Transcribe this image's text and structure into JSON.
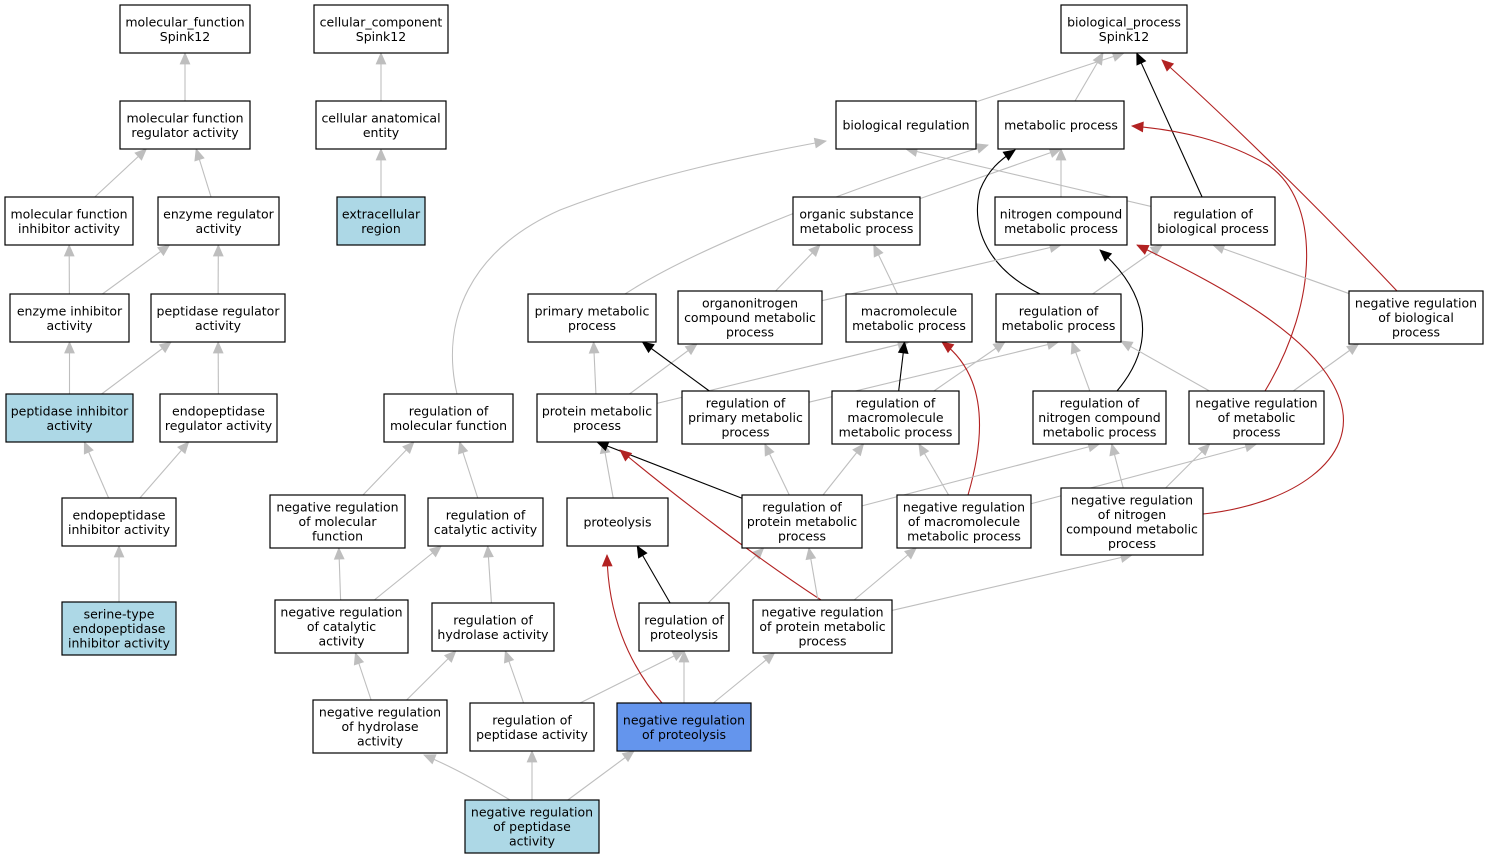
{
  "colors": {
    "default_fill": "#ffffff",
    "light_fill": "#add8e6",
    "focus_fill": "#6495ed",
    "edge_gray": "#bebebe",
    "edge_black": "#000000",
    "edge_red": "#b22222"
  },
  "nodes": [
    {
      "id": "mf",
      "lines": [
        "molecular_function",
        "Spink12"
      ],
      "fill": "default"
    },
    {
      "id": "cc",
      "lines": [
        "cellular_component",
        "Spink12"
      ],
      "fill": "default"
    },
    {
      "id": "bp",
      "lines": [
        "biological_process",
        "Spink12"
      ],
      "fill": "default"
    },
    {
      "id": "mfra",
      "lines": [
        "molecular function",
        "regulator activity"
      ],
      "fill": "default"
    },
    {
      "id": "cae",
      "lines": [
        "cellular anatomical",
        "entity"
      ],
      "fill": "default"
    },
    {
      "id": "breg",
      "lines": [
        "biological regulation"
      ],
      "fill": "default"
    },
    {
      "id": "mp",
      "lines": [
        "metabolic process"
      ],
      "fill": "default"
    },
    {
      "id": "mfia",
      "lines": [
        "molecular function",
        "inhibitor activity"
      ],
      "fill": "default"
    },
    {
      "id": "era",
      "lines": [
        "enzyme regulator",
        "activity"
      ],
      "fill": "default"
    },
    {
      "id": "er",
      "lines": [
        "extracellular",
        "region"
      ],
      "fill": "light"
    },
    {
      "id": "osmp",
      "lines": [
        "organic substance",
        "metabolic process"
      ],
      "fill": "default"
    },
    {
      "id": "ncmp",
      "lines": [
        "nitrogen compound",
        "metabolic process"
      ],
      "fill": "default"
    },
    {
      "id": "rbp",
      "lines": [
        "regulation of",
        "biological process"
      ],
      "fill": "default"
    },
    {
      "id": "eia",
      "lines": [
        "enzyme inhibitor",
        "activity"
      ],
      "fill": "default"
    },
    {
      "id": "pra",
      "lines": [
        "peptidase regulator",
        "activity"
      ],
      "fill": "default"
    },
    {
      "id": "pmp",
      "lines": [
        "primary metabolic",
        "process"
      ],
      "fill": "default"
    },
    {
      "id": "oncmp",
      "lines": [
        "organonitrogen",
        "compound metabolic",
        "process"
      ],
      "fill": "default"
    },
    {
      "id": "mmp",
      "lines": [
        "macromolecule",
        "metabolic process"
      ],
      "fill": "default"
    },
    {
      "id": "rmp",
      "lines": [
        "regulation of",
        "metabolic process"
      ],
      "fill": "default"
    },
    {
      "id": "nrbp",
      "lines": [
        "negative regulation",
        "of biological",
        "process"
      ],
      "fill": "default"
    },
    {
      "id": "pia",
      "lines": [
        "peptidase inhibitor",
        "activity"
      ],
      "fill": "light"
    },
    {
      "id": "epra",
      "lines": [
        "endopeptidase",
        "regulator activity"
      ],
      "fill": "default"
    },
    {
      "id": "rmf",
      "lines": [
        "regulation of",
        "molecular function"
      ],
      "fill": "default"
    },
    {
      "id": "prmp",
      "lines": [
        "protein metabolic",
        "process"
      ],
      "fill": "default"
    },
    {
      "id": "rpmp",
      "lines": [
        "regulation of",
        "primary metabolic",
        "process"
      ],
      "fill": "default"
    },
    {
      "id": "rmmp",
      "lines": [
        "regulation of",
        "macromolecule",
        "metabolic process"
      ],
      "fill": "default"
    },
    {
      "id": "rncmp",
      "lines": [
        "regulation of",
        "nitrogen compound",
        "metabolic process"
      ],
      "fill": "default"
    },
    {
      "id": "nrmp",
      "lines": [
        "negative regulation",
        "of metabolic",
        "process"
      ],
      "fill": "default"
    },
    {
      "id": "epia",
      "lines": [
        "endopeptidase",
        "inhibitor activity"
      ],
      "fill": "default"
    },
    {
      "id": "nrmf",
      "lines": [
        "negative regulation",
        "of molecular",
        "function"
      ],
      "fill": "default"
    },
    {
      "id": "rca",
      "lines": [
        "regulation of",
        "catalytic activity"
      ],
      "fill": "default"
    },
    {
      "id": "prot",
      "lines": [
        "proteolysis"
      ],
      "fill": "default"
    },
    {
      "id": "rprmp",
      "lines": [
        "regulation of",
        "protein metabolic",
        "process"
      ],
      "fill": "default"
    },
    {
      "id": "nrmmp",
      "lines": [
        "negative regulation",
        "of macromolecule",
        "metabolic process"
      ],
      "fill": "default"
    },
    {
      "id": "nrncmp",
      "lines": [
        "negative regulation",
        "of nitrogen",
        "compound metabolic",
        "process"
      ],
      "fill": "default"
    },
    {
      "id": "steia",
      "lines": [
        "serine-type",
        "endopeptidase",
        "inhibitor activity"
      ],
      "fill": "light"
    },
    {
      "id": "nrca",
      "lines": [
        "negative regulation",
        "of catalytic",
        "activity"
      ],
      "fill": "default"
    },
    {
      "id": "rha",
      "lines": [
        "regulation of",
        "hydrolase activity"
      ],
      "fill": "default"
    },
    {
      "id": "rprot",
      "lines": [
        "regulation of",
        "proteolysis"
      ],
      "fill": "default"
    },
    {
      "id": "nrprmp",
      "lines": [
        "negative regulation",
        "of protein metabolic",
        "process"
      ],
      "fill": "default"
    },
    {
      "id": "nrha",
      "lines": [
        "negative regulation",
        "of hydrolase",
        "activity"
      ],
      "fill": "default"
    },
    {
      "id": "rpa",
      "lines": [
        "regulation of",
        "peptidase activity"
      ],
      "fill": "default"
    },
    {
      "id": "nrprot",
      "lines": [
        "negative regulation",
        "of proteolysis"
      ],
      "fill": "focus"
    },
    {
      "id": "nrpa",
      "lines": [
        "negative regulation",
        "of peptidase",
        "activity"
      ],
      "fill": "light"
    }
  ],
  "edges": [
    {
      "from": "mfra",
      "to": "mf",
      "color": "gray"
    },
    {
      "from": "cae",
      "to": "cc",
      "color": "gray"
    },
    {
      "from": "breg",
      "to": "bp",
      "color": "gray"
    },
    {
      "from": "mp",
      "to": "bp",
      "color": "gray"
    },
    {
      "from": "rbp",
      "to": "bp",
      "color": "black"
    },
    {
      "from": "nrbp",
      "to": "bp",
      "color": "red"
    },
    {
      "from": "mfia",
      "to": "mfra",
      "color": "gray"
    },
    {
      "from": "era",
      "to": "mfra",
      "color": "gray"
    },
    {
      "from": "er",
      "to": "cae",
      "color": "gray"
    },
    {
      "from": "osmp",
      "to": "mp",
      "color": "gray"
    },
    {
      "from": "ncmp",
      "to": "mp",
      "color": "gray"
    },
    {
      "from": "rbp",
      "to": "breg",
      "color": "gray"
    },
    {
      "from": "rmp",
      "to": "mp",
      "color": "black"
    },
    {
      "from": "pmp",
      "to": "mp",
      "color": "gray"
    },
    {
      "from": "nrmp",
      "to": "mp",
      "color": "red"
    },
    {
      "from": "rmf",
      "to": "breg",
      "color": "gray"
    },
    {
      "from": "eia",
      "to": "mfia",
      "color": "gray"
    },
    {
      "from": "eia",
      "to": "era",
      "color": "gray"
    },
    {
      "from": "pra",
      "to": "era",
      "color": "gray"
    },
    {
      "from": "oncmp",
      "to": "ncmp",
      "color": "gray"
    },
    {
      "from": "oncmp",
      "to": "osmp",
      "color": "gray"
    },
    {
      "from": "mmp",
      "to": "osmp",
      "color": "gray"
    },
    {
      "from": "rmp",
      "to": "rbp",
      "color": "gray"
    },
    {
      "from": "nrbp",
      "to": "rbp",
      "color": "gray"
    },
    {
      "from": "pia",
      "to": "eia",
      "color": "gray"
    },
    {
      "from": "pia",
      "to": "pra",
      "color": "gray"
    },
    {
      "from": "epra",
      "to": "pra",
      "color": "gray"
    },
    {
      "from": "prmp",
      "to": "pmp",
      "color": "gray"
    },
    {
      "from": "prmp",
      "to": "oncmp",
      "color": "gray"
    },
    {
      "from": "prmp",
      "to": "mmp",
      "color": "gray"
    },
    {
      "from": "rpmp",
      "to": "pmp",
      "color": "black"
    },
    {
      "from": "rpmp",
      "to": "rmp",
      "color": "gray"
    },
    {
      "from": "rmmp",
      "to": "mmp",
      "color": "black"
    },
    {
      "from": "rmmp",
      "to": "rmp",
      "color": "gray"
    },
    {
      "from": "rncmp",
      "to": "ncmp",
      "color": "black"
    },
    {
      "from": "rncmp",
      "to": "rmp",
      "color": "gray"
    },
    {
      "from": "nrmp",
      "to": "rmp",
      "color": "gray"
    },
    {
      "from": "nrmp",
      "to": "nrbp",
      "color": "gray"
    },
    {
      "from": "nrmmp",
      "to": "mmp",
      "color": "red"
    },
    {
      "from": "nrncmp",
      "to": "ncmp",
      "color": "red"
    },
    {
      "from": "epia",
      "to": "pia",
      "color": "gray"
    },
    {
      "from": "epia",
      "to": "epra",
      "color": "gray"
    },
    {
      "from": "nrmf",
      "to": "rmf",
      "color": "gray"
    },
    {
      "from": "rca",
      "to": "rmf",
      "color": "gray"
    },
    {
      "from": "prot",
      "to": "prmp",
      "color": "gray"
    },
    {
      "from": "rprmp",
      "to": "prmp",
      "color": "black"
    },
    {
      "from": "rprmp",
      "to": "rpmp",
      "color": "gray"
    },
    {
      "from": "rprmp",
      "to": "rmmp",
      "color": "gray"
    },
    {
      "from": "rprmp",
      "to": "rncmp",
      "color": "gray"
    },
    {
      "from": "nrmmp",
      "to": "rmmp",
      "color": "gray"
    },
    {
      "from": "nrmmp",
      "to": "nrmp",
      "color": "gray"
    },
    {
      "from": "nrncmp",
      "to": "rncmp",
      "color": "gray"
    },
    {
      "from": "nrncmp",
      "to": "nrmp",
      "color": "gray"
    },
    {
      "from": "steia",
      "to": "epia",
      "color": "gray"
    },
    {
      "from": "nrca",
      "to": "nrmf",
      "color": "gray"
    },
    {
      "from": "nrca",
      "to": "rca",
      "color": "gray"
    },
    {
      "from": "rha",
      "to": "rca",
      "color": "gray"
    },
    {
      "from": "rprot",
      "to": "prot",
      "color": "black"
    },
    {
      "from": "rprot",
      "to": "rprmp",
      "color": "gray"
    },
    {
      "from": "nrprmp",
      "to": "prmp",
      "color": "red"
    },
    {
      "from": "nrprmp",
      "to": "rprmp",
      "color": "gray"
    },
    {
      "from": "nrprmp",
      "to": "nrmmp",
      "color": "gray"
    },
    {
      "from": "nrprmp",
      "to": "nrncmp",
      "color": "gray"
    },
    {
      "from": "nrha",
      "to": "nrca",
      "color": "gray"
    },
    {
      "from": "nrha",
      "to": "rha",
      "color": "gray"
    },
    {
      "from": "rpa",
      "to": "rha",
      "color": "gray"
    },
    {
      "from": "rpa",
      "to": "rprot",
      "color": "gray"
    },
    {
      "from": "nrprot",
      "to": "prot",
      "color": "red"
    },
    {
      "from": "nrprot",
      "to": "rprot",
      "color": "gray"
    },
    {
      "from": "nrprot",
      "to": "nrprmp",
      "color": "gray"
    },
    {
      "from": "nrpa",
      "to": "nrha",
      "color": "gray"
    },
    {
      "from": "nrpa",
      "to": "rpa",
      "color": "gray"
    },
    {
      "from": "nrpa",
      "to": "nrprot",
      "color": "gray"
    }
  ]
}
